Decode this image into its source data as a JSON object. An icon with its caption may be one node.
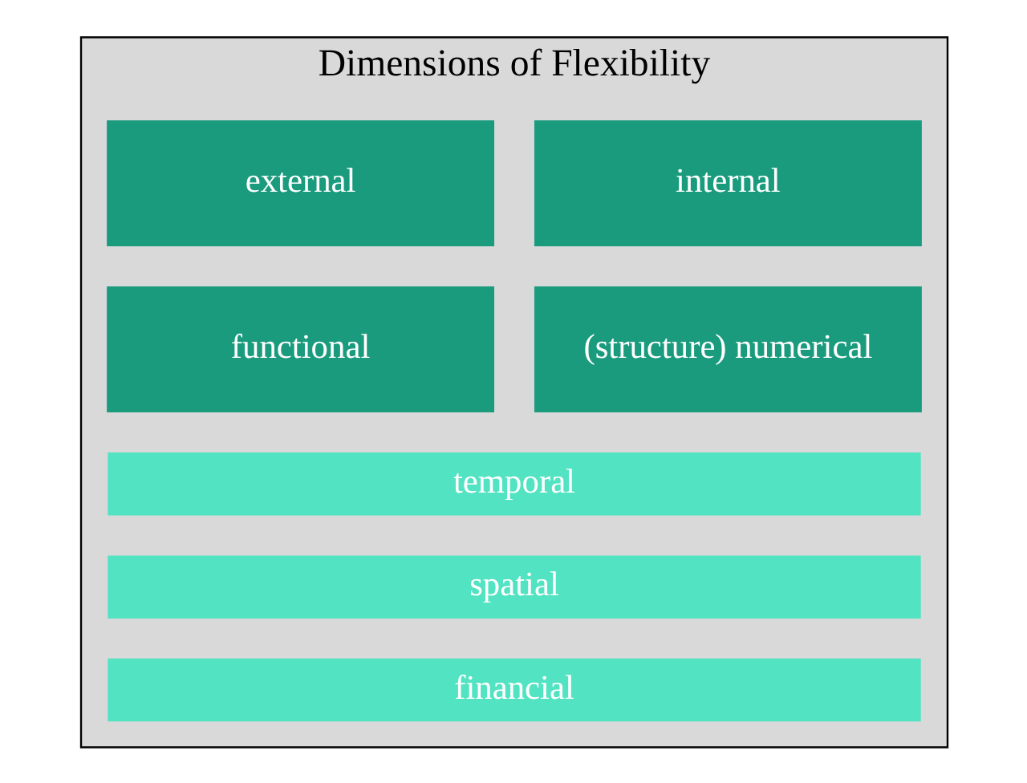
{
  "diagram": {
    "nodes": [
      {
        "text": [
          "Dimensions of Flexibility"
        ]
      },
      {
        "text": [
          "internal"
        ],
        "in": 0
      },
      {
        "text": [
          "external"
        ],
        "in": 0
      },
      {
        "text": [
          "(structure) numerical"
        ],
        "in": 0
      },
      {
        "text": [
          "functional"
        ],
        "in": 0
      },
      {
        "text": [
          "temporal"
        ],
        "in": 0
      },
      {
        "text": [
          "spatial"
        ],
        "in": 0
      },
      {
        "text": [
          "financial"
        ],
        "in": 0
      }
    ],
    "edges": []
  }
}
